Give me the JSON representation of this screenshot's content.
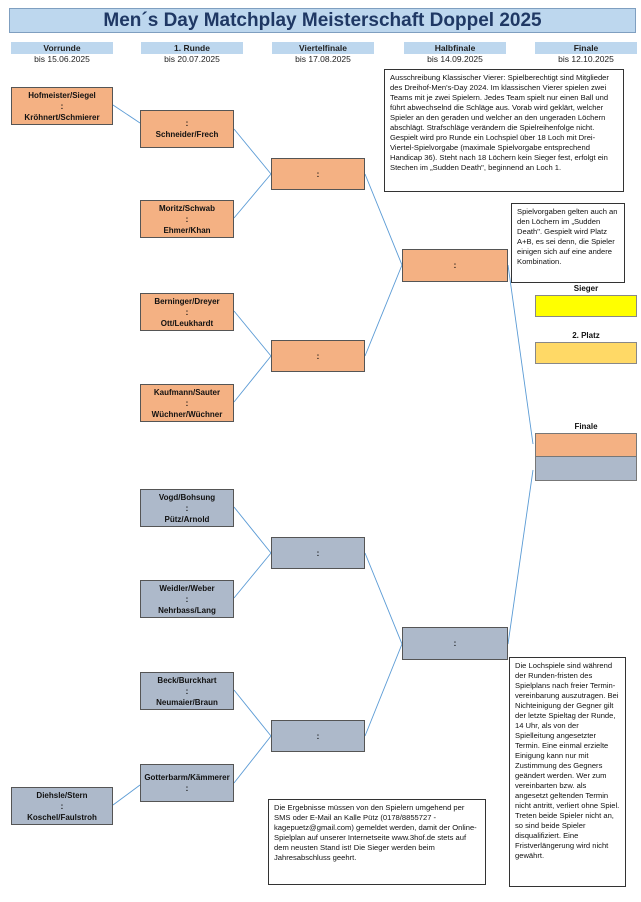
{
  "title": "Men´s Day Matchplay Meisterschaft Doppel 2025",
  "rounds": [
    {
      "name": "Vorrunde",
      "date": "bis 15.06.2025"
    },
    {
      "name": "1. Runde",
      "date": "bis 20.07.2025"
    },
    {
      "name": "Viertelfinale",
      "date": "bis 17.08.2025"
    },
    {
      "name": "Halbfinale",
      "date": "bis 14.09.2025"
    },
    {
      "name": "Finale",
      "date": "bis 12.10.2025"
    }
  ],
  "vorrunde": [
    {
      "top": "Hofmeister/Siegel",
      "sep": ":",
      "bottom": "Kröhnert/Schmierer"
    },
    {
      "top": "Diehsle/Stern",
      "sep": ":",
      "bottom": "Koschel/Faulstroh"
    }
  ],
  "runde1": [
    {
      "top": "",
      "sep": ":",
      "bottom": "Schneider/Frech"
    },
    {
      "top": "Moritz/Schwab",
      "sep": ":",
      "bottom": "Ehmer/Khan"
    },
    {
      "top": "Berninger/Dreyer",
      "sep": ":",
      "bottom": "Ott/Leukhardt"
    },
    {
      "top": "Kaufmann/Sauter",
      "sep": ":",
      "bottom": "Wüchner/Wüchner"
    },
    {
      "top": "Vogd/Bohsung",
      "sep": ":",
      "bottom": "Pütz/Arnold"
    },
    {
      "top": "Weidler/Weber",
      "sep": ":",
      "bottom": "Nehrbass/Lang"
    },
    {
      "top": "Beck/Burckhart",
      "sep": ":",
      "bottom": "Neumaier/Braun"
    },
    {
      "top": "Gotterbarm/Kämmerer",
      "sep": ":",
      "bottom": ""
    }
  ],
  "viertelfinale": [
    ":",
    ":",
    ":",
    ":"
  ],
  "halbfinale": [
    ":",
    ":"
  ],
  "labels": {
    "sieger": "Sieger",
    "platz2": "2. Platz",
    "finale": "Finale"
  },
  "notes": {
    "ausschreibung": "Ausschreibung Klassischer Vierer: Spielberechtigt sind  Mitglieder des Dreihof-Men's-Day 2024. Im klassischen Vierer spielen zwei Teams mit je zwei Spielern. Jedes Team spielt nur einen Ball und führt abwechselnd die Schläge aus. Vorab wird geklärt, welcher Spieler an den geraden und welcher an den ungeraden Löchern abschlägt. Strafschläge verändern die Spielreihenfolge nicht. Gespielt wird pro Runde ein Lochspiel über 18 Loch mit Drei-Viertel-Spielvorgabe (maximale Spielvorgabe entsprechend Handicap 36). Steht nach 18 Löchern kein Sieger fest, erfolgt ein Stechen im „Sudden Death\", beginnend an Loch 1.",
    "spielvorgaben": "Spielvorgaben gelten auch an den Löchern im „Sudden Death\".  Gespielt wird  Platz A+B, es sei denn, die Spieler einigen sich auf eine andere Kombination.",
    "lochspiele": "Die Lochspiele sind während der Runden-fristen des Spielplans nach freier Termin-vereinbarung auszutragen. Bei Nichteinigung der Gegner gilt der letzte Spieltag der Runde, 14 Uhr, als von der Spielleitung angesetzter Termin. Eine einmal erzielte Einigung kann nur mit Zustimmung des Gegners geändert werden. Wer zum vereinbarten bzw. als angesetzt geltenden Termin nicht antritt, verliert ohne Spiel. Treten beide Spieler nicht an, so sind beide Spieler disqualifiziert. Eine Fristverlängerung wird nicht gewährt.",
    "ergebnisse": "Die Ergebnisse müssen von den Spielern  umgehend per SMS oder E-Mail an Kalle Pütz (0178/8855727 - kagepuetz@gmail.com) gemeldet werden, damit der Online-Spielplan auf unserer Internetseite www.3hof.de stets auf dem neusten Stand ist!  Die Sieger werden beim Jahresabschluss geehrt."
  },
  "colors": {
    "accent": "#1f3864",
    "header": "#bdd7ee",
    "team_a": "#f4b183",
    "team_b": "#adb9ca",
    "sieger": "#ffff00",
    "platz2": "#ffd966",
    "lines": "#5b9bd5"
  }
}
